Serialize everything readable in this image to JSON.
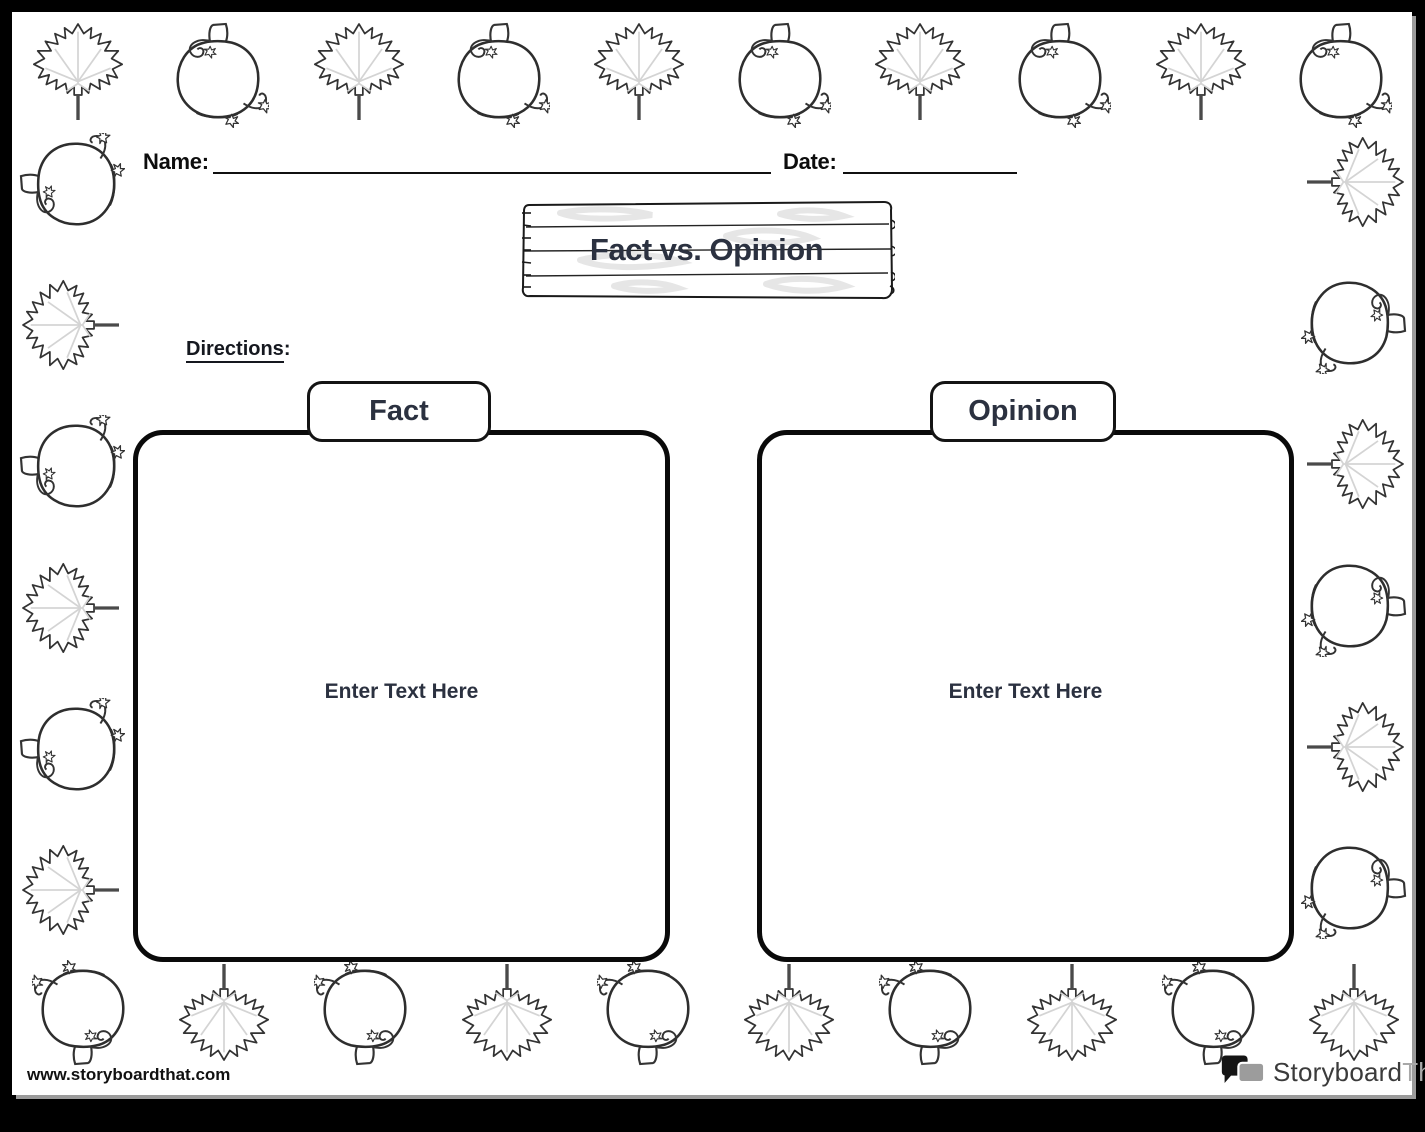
{
  "header": {
    "name_label": "Name:",
    "date_label": "Date:"
  },
  "title_sign": {
    "title": "Fact vs. Opinion"
  },
  "directions": {
    "label": "Directions",
    "suffix": ":"
  },
  "columns": [
    {
      "id": "fact",
      "tab_label": "Fact",
      "placeholder": "Enter Text Here"
    },
    {
      "id": "opinion",
      "tab_label": "Opinion",
      "placeholder": "Enter Text Here"
    }
  ],
  "footer": {
    "website": "www.storyboardthat.com",
    "logo": {
      "primary": "Storyboard",
      "secondary": "That"
    }
  },
  "decorations": {
    "top": [
      "maple-leaf",
      "pumpkin",
      "maple-leaf",
      "pumpkin",
      "maple-leaf",
      "pumpkin",
      "maple-leaf",
      "pumpkin",
      "maple-leaf",
      "pumpkin"
    ],
    "right": [
      "maple-leaf",
      "pumpkin",
      "maple-leaf",
      "pumpkin",
      "maple-leaf",
      "pumpkin"
    ],
    "bottom": [
      "pumpkin",
      "maple-leaf",
      "pumpkin",
      "maple-leaf",
      "pumpkin",
      "maple-leaf",
      "pumpkin",
      "maple-leaf",
      "pumpkin",
      "maple-leaf"
    ],
    "left": [
      "pumpkin",
      "maple-leaf",
      "pumpkin",
      "maple-leaf",
      "pumpkin",
      "maple-leaf"
    ]
  },
  "colors": {
    "frame": "#000000",
    "page_background": "#ffffff",
    "ink": "#101010",
    "heading_ink": "#2b3140",
    "outline_ink": "#333333",
    "leaf_vein": "#d4d4d4",
    "wood_grain": "#e6e6e6",
    "page_shadow": "#9b9b9b",
    "logo_secondary": "#a8a8a8"
  }
}
